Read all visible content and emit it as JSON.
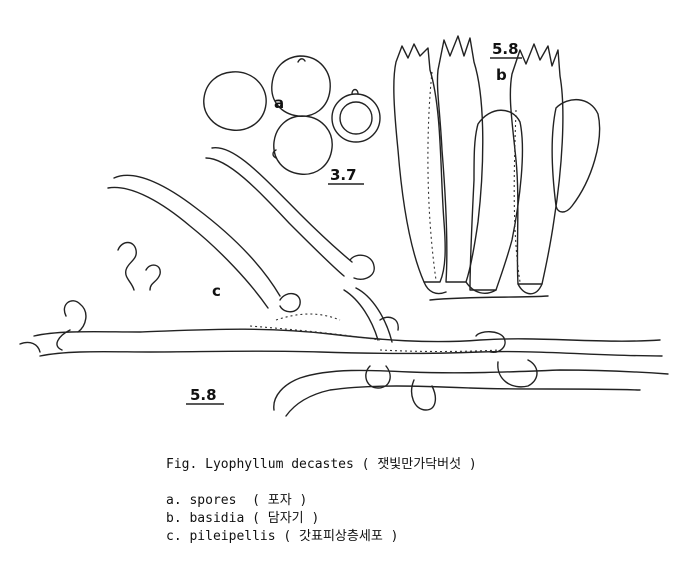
{
  "figure": {
    "labels": {
      "spores": "a",
      "basidia": "b",
      "pileipellis": "c"
    },
    "scales": {
      "spores": "3.7",
      "basidia": "5.8",
      "pileipellis": "5.8"
    }
  },
  "caption": {
    "title": "Fig. Lyophyllum decastes ( 잿빛만가닥버섯 )",
    "items": [
      "a. spores  ( 포자 )",
      "b. basidia ( 담자기 )",
      "c. pileipellis ( 갓표피상층세포 )"
    ]
  }
}
